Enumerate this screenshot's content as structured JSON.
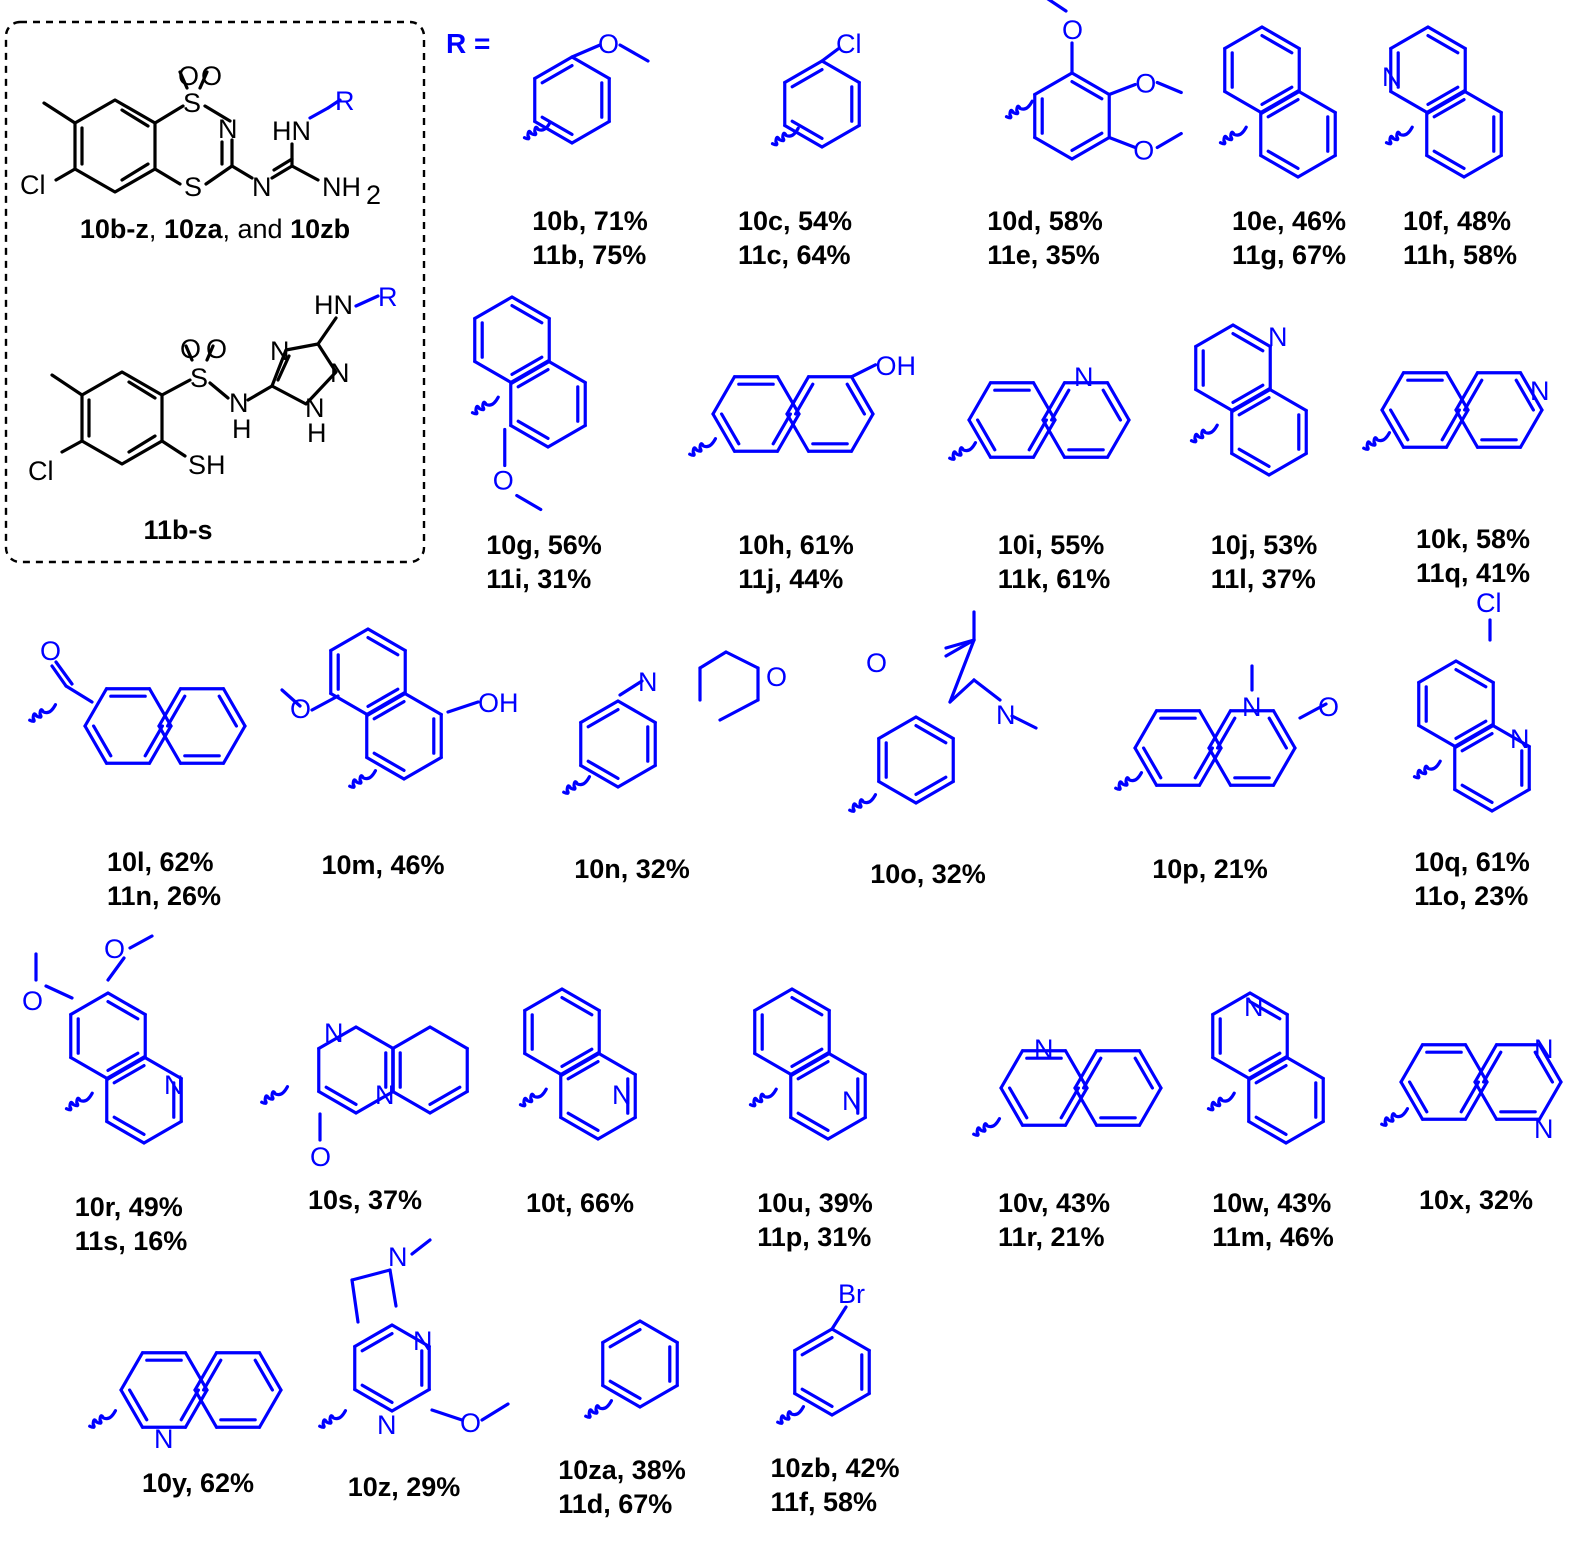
{
  "colors": {
    "core": "#000000",
    "substituent": "#0000ff"
  },
  "core_box": {
    "caption1_a": "10b-z",
    "caption1_b": "10za",
    "caption1_c": "10zb",
    "caption1_sep1": ", ",
    "caption1_sep2": ", and ",
    "caption2": "11b-s"
  },
  "r_label": "R =",
  "entries": [
    {
      "id": "b",
      "line1": "10b, 71%",
      "line2": "11b, 75%"
    },
    {
      "id": "c",
      "line1": "10c, 54%",
      "line2": "11c, 64%"
    },
    {
      "id": "d",
      "line1": "10d, 58%",
      "line2": "11e, 35%"
    },
    {
      "id": "e",
      "line1": "10e, 46%",
      "line2": "11g, 67%"
    },
    {
      "id": "f",
      "line1": "10f, 48%",
      "line2": "11h, 58%"
    },
    {
      "id": "g",
      "line1": "10g, 56%",
      "line2": "11i, 31%"
    },
    {
      "id": "h",
      "line1": "10h, 61%",
      "line2": "11j, 44%"
    },
    {
      "id": "i",
      "line1": "10i, 55%",
      "line2": "11k, 61%"
    },
    {
      "id": "j",
      "line1": "10j, 53%",
      "line2": "11l, 37%"
    },
    {
      "id": "k",
      "line1": "10k, 58%",
      "line2": "11q, 41%"
    },
    {
      "id": "l",
      "line1": "10l, 62%",
      "line2": "11n, 26%"
    },
    {
      "id": "m",
      "line1": "10m, 46%",
      "line2": ""
    },
    {
      "id": "n",
      "line1": "10n, 32%",
      "line2": ""
    },
    {
      "id": "o",
      "line1": "10o, 32%",
      "line2": ""
    },
    {
      "id": "p",
      "line1": "10p, 21%",
      "line2": ""
    },
    {
      "id": "q",
      "line1": "10q, 61%",
      "line2": "11o, 23%"
    },
    {
      "id": "r",
      "line1": "10r, 49%",
      "line2": "11s, 16%"
    },
    {
      "id": "s",
      "line1": "10s, 37%",
      "line2": ""
    },
    {
      "id": "t",
      "line1": "10t, 66%",
      "line2": ""
    },
    {
      "id": "u",
      "line1": "10u, 39%",
      "line2": "11p, 31%"
    },
    {
      "id": "v",
      "line1": "10v, 43%",
      "line2": "11r, 21%"
    },
    {
      "id": "w",
      "line1": "10w, 43%",
      "line2": "11m, 46%"
    },
    {
      "id": "x",
      "line1": "10x, 32%",
      "line2": ""
    },
    {
      "id": "y",
      "line1": "10y, 62%",
      "line2": ""
    },
    {
      "id": "z",
      "line1": "10z, 29%",
      "line2": ""
    },
    {
      "id": "za",
      "line1": "10za, 38%",
      "line2": "11d, 67%"
    },
    {
      "id": "zb",
      "line1": "10zb, 42%",
      "line2": "11f, 58%"
    }
  ],
  "atoms": {
    "S": "S",
    "O": "O",
    "N": "N",
    "Cl": "Cl",
    "H": "H",
    "HN": "HN",
    "NH2": "NH",
    "sub2": "2",
    "R": "R",
    "SH": "SH",
    "OH": "OH",
    "Br": "Br"
  }
}
